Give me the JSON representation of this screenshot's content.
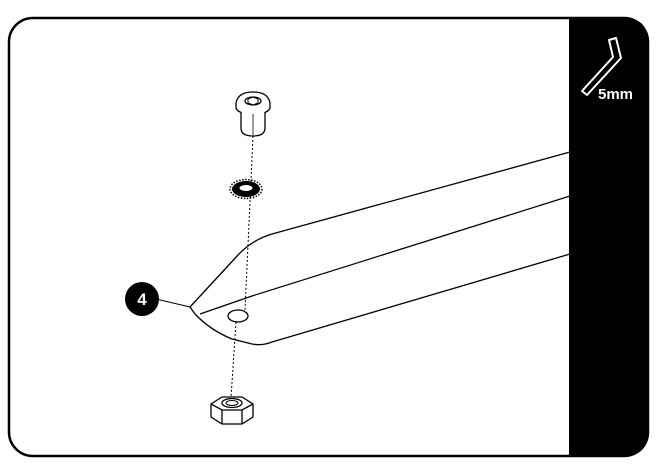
{
  "tool": {
    "icon": "hex-key-icon",
    "size_label": "5mm"
  },
  "callout": {
    "step_number": "4"
  },
  "parts": [
    {
      "name": "button-head-hex-bolt",
      "icon": "bolt-icon"
    },
    {
      "name": "serrated-lock-washer",
      "icon": "washer-icon"
    },
    {
      "name": "hex-nut",
      "icon": "nut-icon"
    }
  ],
  "colors": {
    "outline": "#000000",
    "sidebar": "#000000",
    "background": "#ffffff",
    "callout_fill": "#000000",
    "label_text": "#ffffff"
  }
}
